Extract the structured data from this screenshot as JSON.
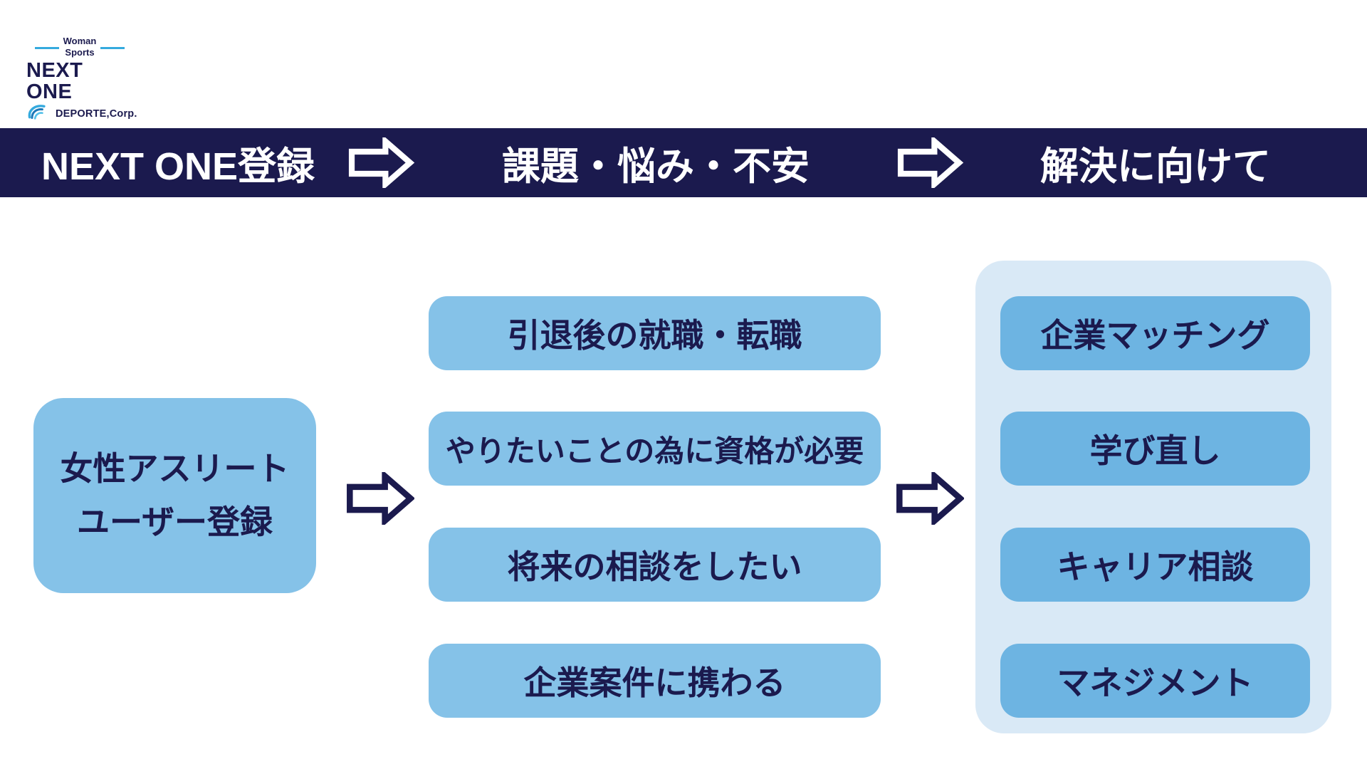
{
  "logo": {
    "tagline_line1": "Woman",
    "tagline_line2": "Sports",
    "brand": "NEXT ONE",
    "company": "DEPORTE,Corp."
  },
  "header": {
    "steps": [
      {
        "label": "NEXT ONE登録"
      },
      {
        "label": "課題・悩み・不安"
      },
      {
        "label": "解決に向けて"
      }
    ]
  },
  "flow": {
    "source": {
      "line1": "女性アスリート",
      "line2": "ユーザー登録"
    },
    "issues": [
      "引退後の就職・転職",
      "やりたいことの為に資格が必要",
      "将来の相談をしたい",
      "企業案件に携わる"
    ],
    "solutions": [
      "企業マッチング",
      "学び直し",
      "キャリア相談",
      "マネジメント"
    ]
  },
  "colors": {
    "navy": "#1b1a4e",
    "box_blue": "#85c2e8",
    "solution_blue": "#6db4e2",
    "panel_blue": "#d9e9f6",
    "accent_blue": "#35aade",
    "header_text": "#ffffff"
  }
}
